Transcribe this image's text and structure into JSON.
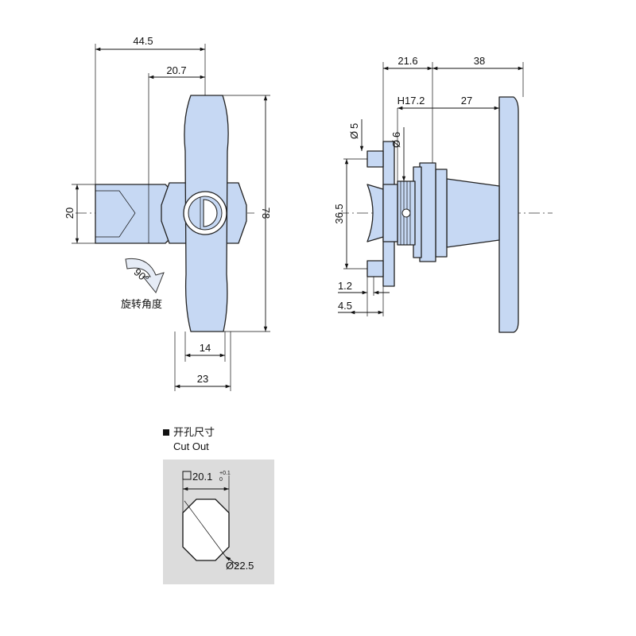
{
  "colors": {
    "part_fill": "#c6d8f3",
    "cutout_background": "#dcdcdc",
    "line": "#111111"
  },
  "front_view": {
    "dims": {
      "total_width": "44.5",
      "handle_offset": "20.7",
      "shaft_height": "20",
      "handle_height": "78",
      "handle_waist": "14",
      "handle_width": "23"
    },
    "rotation": {
      "angle": "90°",
      "label": "旋转角度"
    }
  },
  "side_view": {
    "dims": {
      "body_length": "21.6",
      "handle_length": "38",
      "panel_thickness": "H17.2",
      "handle_projection": "27",
      "stud_diameter": "5",
      "pin_diameter": "6",
      "stud_spacing": "36.5",
      "dim_1_2": "1.2",
      "dim_4_5": "4.5"
    },
    "diameter_symbol": "Ø"
  },
  "cutout": {
    "label_cn": "开孔尺寸",
    "label_en": "Cut Out",
    "square_size": "20.1",
    "tol_upper": "+0.1",
    "tol_lower": "0",
    "diameter": "Ø22.5"
  }
}
